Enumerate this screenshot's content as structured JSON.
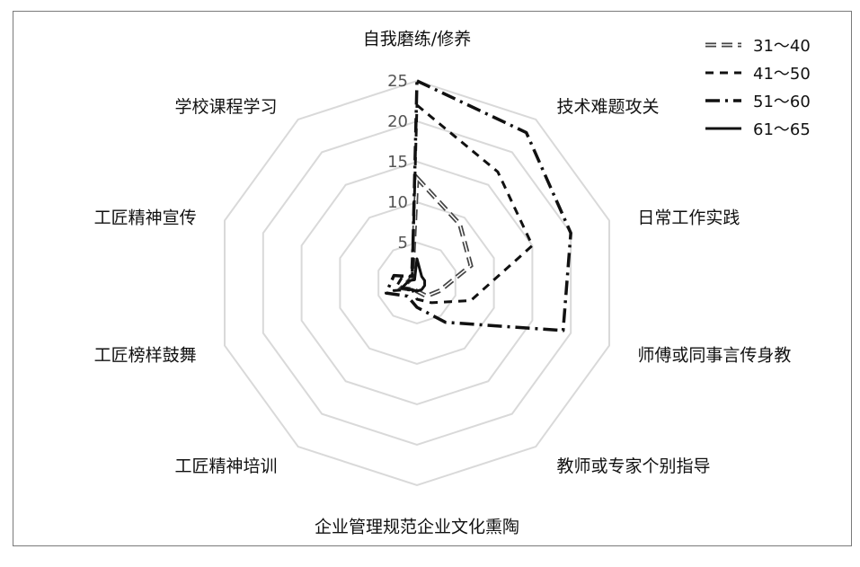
{
  "chart_data": {
    "type": "radar",
    "categories": [
      "自我磨练/修养",
      "技术难题攻关",
      "日常工作实践",
      "师傅或同事言传身教",
      "教师或专家个别指导",
      "企业管理规范企业文化熏陶",
      "工匠精神培训",
      "工匠榜样鼓舞",
      "工匠精神宣传",
      "学校课程学习"
    ],
    "rlim": [
      0,
      25
    ],
    "ticks": [
      "",
      "5",
      "10",
      "15",
      "20",
      "25"
    ],
    "tick_values": [
      0,
      5,
      10,
      15,
      20,
      25
    ],
    "grid": true,
    "legend_position": "top-right",
    "series": [
      {
        "name": "31～40",
        "style": "double-dash",
        "values": [
          13,
          9,
          7,
          3,
          2,
          1,
          1,
          2,
          1,
          1
        ]
      },
      {
        "name": "41～50",
        "style": "dashed",
        "values": [
          22,
          17,
          15,
          7,
          3,
          2,
          1,
          3,
          2,
          1
        ]
      },
      {
        "name": "51～60",
        "style": "dash-dot",
        "values": [
          25,
          23,
          20,
          19,
          6,
          3,
          2,
          4,
          3,
          1
        ]
      },
      {
        "name": "61～65",
        "style": "solid",
        "values": [
          3,
          1,
          1,
          1,
          1,
          1,
          1,
          2,
          1,
          0.5
        ]
      }
    ]
  }
}
